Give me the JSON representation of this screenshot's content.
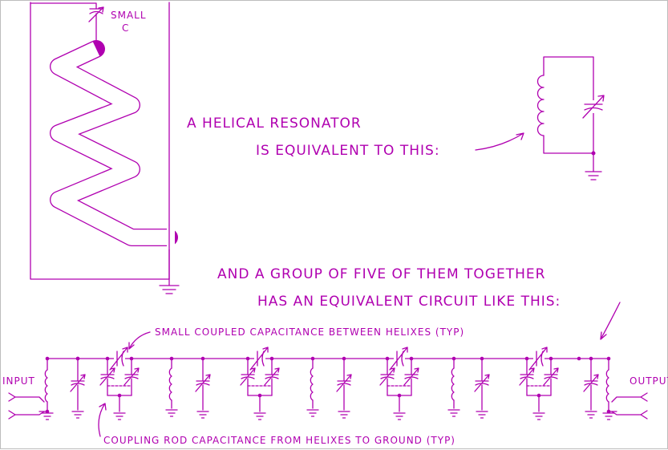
{
  "labels": {
    "small_c_line1": "SMALL",
    "small_c_line2": "C",
    "statement_line1": "A HELICAL RESONATOR",
    "statement_line2": "IS EQUIVALENT TO THIS:",
    "group_line1": "AND A GROUP OF FIVE OF THEM TOGETHER",
    "group_line2": "HAS AN EQUIVALENT CIRCUIT LIKE THIS:",
    "coupled_cap_note": "SMALL COUPLED CAPACITANCE BETWEEN HELIXES (TYP)",
    "rod_cap_note": "COUPLING ROD CAPACITANCE FROM HELIXES TO GROUND (TYP)",
    "input": "INPUT",
    "output": "OUTPUT"
  },
  "colors": {
    "ink": "#b000b0",
    "frame": "#bdbdbd",
    "background": "#ffffff"
  },
  "circuit": {
    "resonator_count": 5,
    "coupling_capacitor_count": 4
  }
}
